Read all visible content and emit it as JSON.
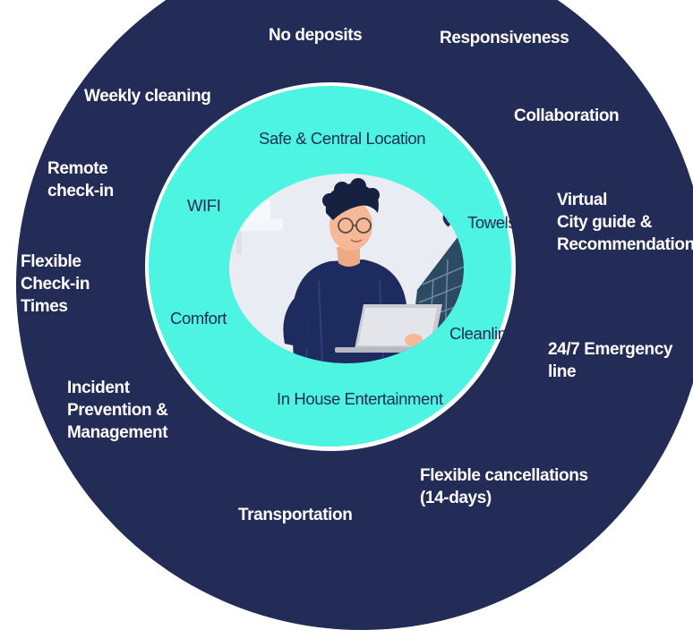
{
  "diagram": {
    "outer_items": {
      "no_deposits": "No deposits",
      "responsiveness": "Responsiveness",
      "weekly_cleaning": "Weekly cleaning",
      "collaboration": "Collaboration",
      "remote_checkin": "Remote\ncheck-in",
      "virtual_city_guide": "Virtual\nCity guide &\nRecommendations",
      "flexible_checkin": "Flexible\nCheck-in\nTimes",
      "emergency_line": "24/7 Emergency\n line",
      "incident_prevention": "Incident\nPrevention &\nManagement",
      "flexible_cancellations": "Flexible cancellations\n(14-days)",
      "transportation": "Transportation"
    },
    "inner_items": {
      "safe_location": "Safe & Central Location",
      "wifi": "WIFI",
      "towels": "Towels",
      "comfort": "Comfort",
      "cleanliness": "Cleanliness",
      "entertainment": "In House Entertainment"
    },
    "colors": {
      "outer_ring": "#232c57",
      "inner_ring": "#4df4e2",
      "outer_text": "#ffffff",
      "inner_text": "#232c57"
    },
    "center_image": "man-with-laptop-illustration"
  }
}
